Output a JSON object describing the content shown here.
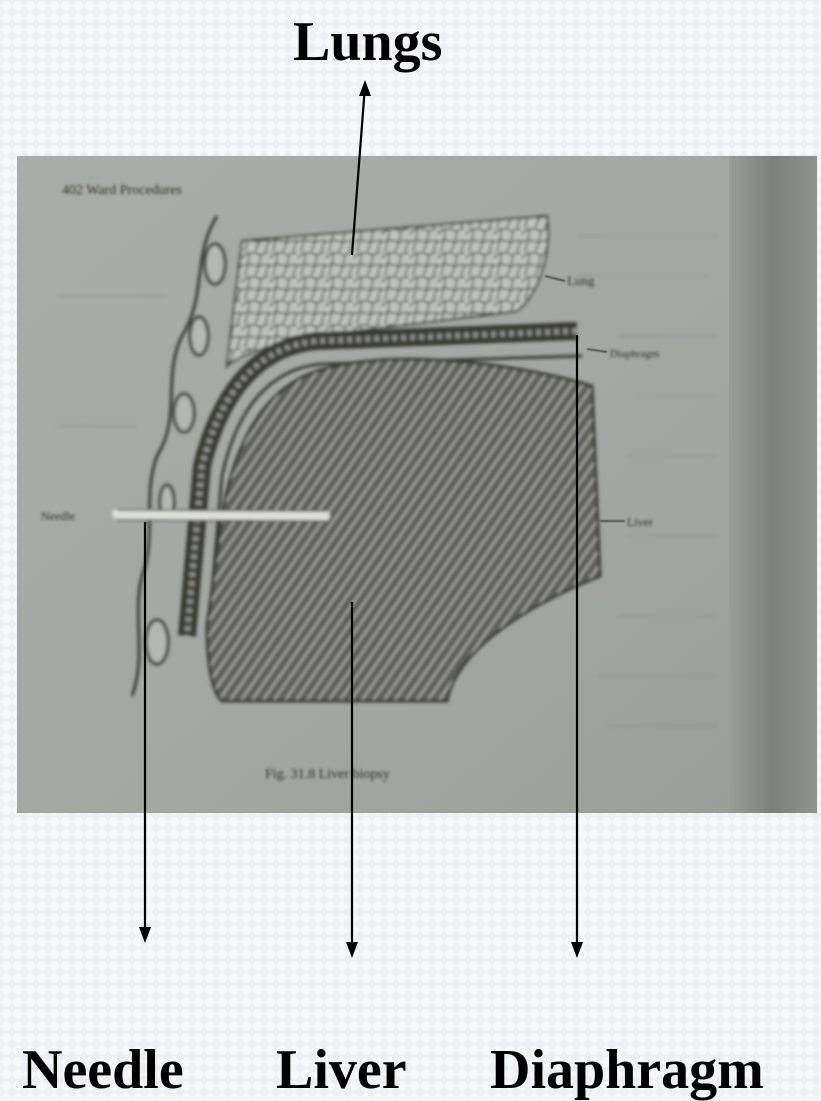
{
  "labels": {
    "top": "Lungs",
    "needle": "Needle",
    "liver": "Liver",
    "diaphragm": "Diaphragm"
  },
  "photo": {
    "header": "402  Ward Procedures",
    "inner_labels": {
      "lung": "Lung",
      "diaphragm": "Diaphragm",
      "liver": "Liver",
      "needle": "Needle"
    },
    "caption": "Fig. 31.8 Liver biopsy"
  },
  "colors": {
    "paper": "#a7aaa6",
    "ink": "#34332f",
    "arrow": "#000000"
  }
}
